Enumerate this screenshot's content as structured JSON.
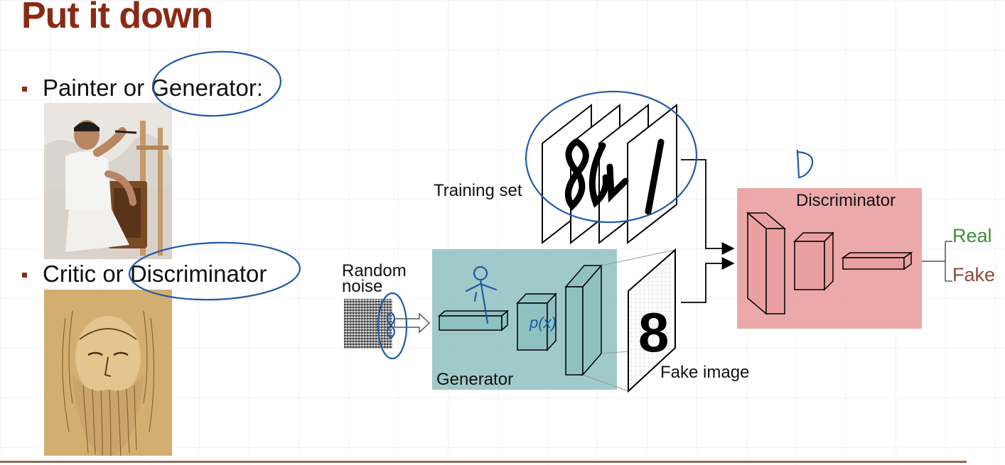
{
  "slide": {
    "title": "Put it down",
    "bullets": [
      {
        "text": "Painter or Generator:"
      },
      {
        "text": "Critic or Discriminator"
      }
    ]
  },
  "diagram": {
    "training_set_label": "Training set",
    "random_noise_label_line1": "Random",
    "random_noise_label_line2": "noise",
    "generator_label": "Generator",
    "fake_image_label": "Fake image",
    "discriminator_label": "Discriminator",
    "output_real": "Real",
    "output_fake": "Fake",
    "fake_digit": "8",
    "handwritten_d": "D",
    "handwritten_px": "p(x)",
    "colors": {
      "generator_box": "#8fc1c0",
      "discriminator_box": "#eaa0a0",
      "real": "#3f8f3a",
      "fake": "#8b4a3a",
      "ink": "#1f5aa8",
      "accent": "#8b2a14"
    }
  }
}
